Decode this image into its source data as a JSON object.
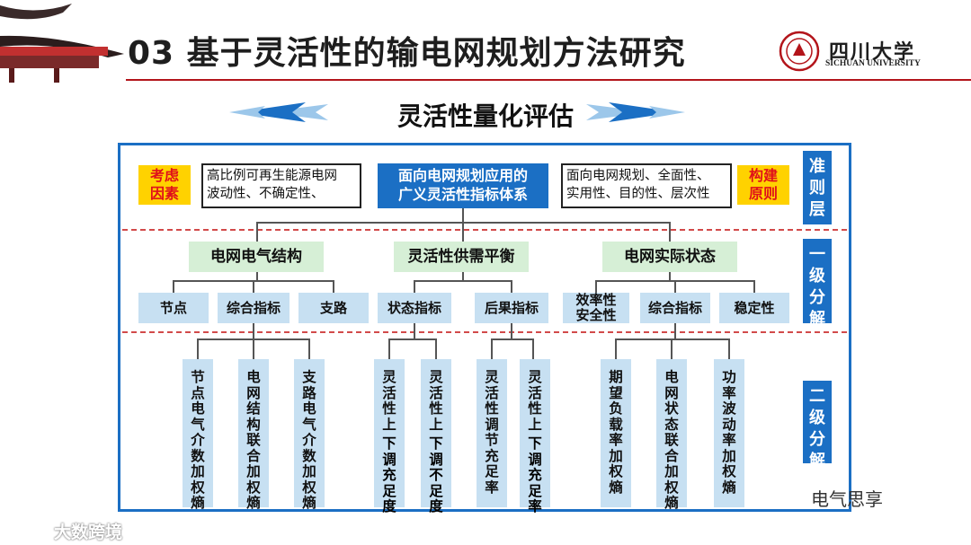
{
  "header": {
    "title": "03 基于灵活性的输电网规划方法研究",
    "university_cn": "四川大学",
    "university_en": "SICHUAN UNIVERSITY"
  },
  "subtitle": "灵活性量化评估",
  "top_row": {
    "consider_label": "考虑\n因素",
    "consider_text": "高比例可再生能源电网\n波动性、不确定性、",
    "center_box": "面向电网规划应用的\n广义灵活性指标体系",
    "principle_text": "面向电网规划、全面性、\n实用性、目的性、层次性",
    "principle_label": "构建\n原则"
  },
  "side_labels": [
    "准则层",
    "一级分解",
    "二级分解"
  ],
  "categories": [
    "电网电气结构",
    "灵活性供需平衡",
    "电网实际状态"
  ],
  "subitems": [
    "节点",
    "综合指标",
    "支路",
    "状态指标",
    "后果指标",
    "效率性\n安全性",
    "综合指标",
    "稳定性"
  ],
  "leaves": [
    [
      "节点电气介数加权熵"
    ],
    [
      "电网结构联合加权熵"
    ],
    [
      "支路电气介数加权熵"
    ],
    [
      "灵活性上",
      "下调充足度"
    ],
    [
      "灵活性上",
      "下调不足度"
    ],
    [
      "灵活性调节充足率"
    ],
    [
      "灵活性上",
      "下调充足率"
    ],
    [
      "期望负载率加权熵"
    ],
    [
      "电网状态联合加权熵"
    ],
    [
      "功率波动率加权熵"
    ]
  ],
  "watermarks": {
    "right": "电气思享",
    "left": "大数跨境"
  },
  "colors": {
    "accent_blue": "#1b6fc4",
    "header_red": "#b3141a",
    "dash_red": "#d24a4a",
    "label_yellow": "#ffd200",
    "category_green": "#d6efd6",
    "item_blue": "#c7e0f2"
  }
}
